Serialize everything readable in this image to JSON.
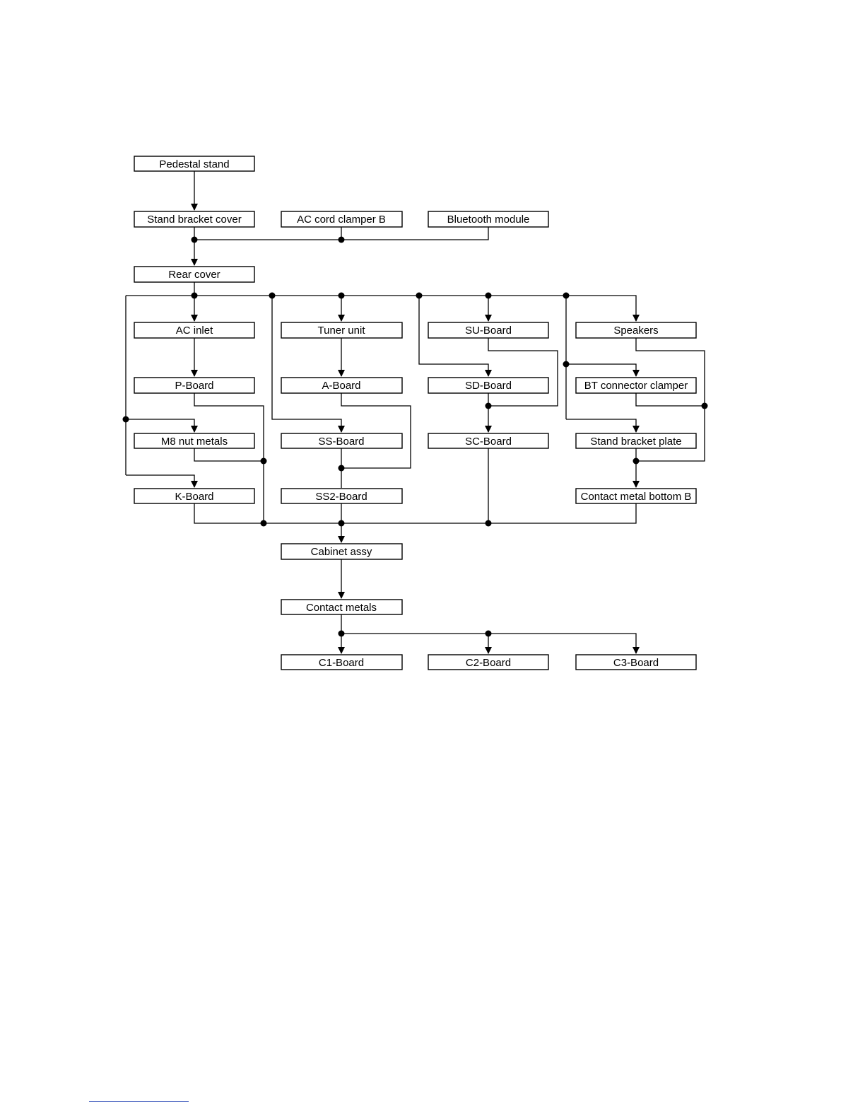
{
  "diagram": {
    "nodes": {
      "pedestal_stand": "Pedestal stand",
      "stand_bracket_cover": "Stand bracket cover",
      "ac_cord_clamper_b": "AC cord clamper B",
      "bluetooth_module": "Bluetooth module",
      "rear_cover": "Rear cover",
      "ac_inlet": "AC inlet",
      "tuner_unit": "Tuner unit",
      "su_board": "SU-Board",
      "speakers": "Speakers",
      "p_board": "P-Board",
      "a_board": "A-Board",
      "sd_board": "SD-Board",
      "bt_connector_clamper": "BT connector clamper",
      "m8_nut_metals": "M8 nut metals",
      "ss_board": "SS-Board",
      "sc_board": "SC-Board",
      "stand_bracket_plate": "Stand bracket plate",
      "k_board": "K-Board",
      "ss2_board": "SS2-Board",
      "contact_metal_bottom_b": "Contact metal bottom B",
      "cabinet_assy": "Cabinet assy",
      "contact_metals": "Contact metals",
      "c1_board": "C1-Board",
      "c2_board": "C2-Board",
      "c3_board": "C3-Board"
    },
    "colors": {
      "line": "#000000",
      "footer_rule": "#1a3cb0"
    }
  }
}
